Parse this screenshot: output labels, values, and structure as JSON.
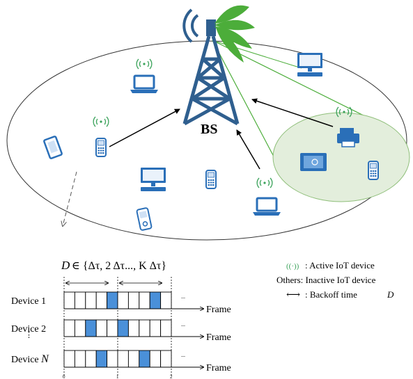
{
  "network": {
    "bs_label": "BS"
  },
  "timing": {
    "D_prefix": "D",
    "D_set": "∈ {Δτ, 2 Δτ..., K Δτ}",
    "devices": [
      {
        "name": "Device",
        "index": "1",
        "active_slots": [
          4,
          8
        ]
      },
      {
        "name": "Device",
        "index": "2",
        "active_slots": [
          2,
          5
        ]
      },
      {
        "name": "Device",
        "index": "N",
        "active_slots": [
          3,
          7
        ]
      }
    ],
    "vdots": "⋮",
    "frame_label": "Frame",
    "ellipsis": "...",
    "axis_ticks": [
      "0",
      "1",
      "2"
    ]
  },
  "legend": {
    "active_symbol": "((·))",
    "active_label": ":   Active IoT device",
    "others_label": "Others:   Inactive IoT device",
    "backoff_symbol": "⟷",
    "backoff_label": ":   Backoff time",
    "backoff_var": "D"
  },
  "colors": {
    "tower": "#2f5f8f",
    "device": "#3a7fc8",
    "beam": "#4cad3a",
    "cluster_fill": "#e3eedc",
    "slot_active": "#4a90d9"
  }
}
